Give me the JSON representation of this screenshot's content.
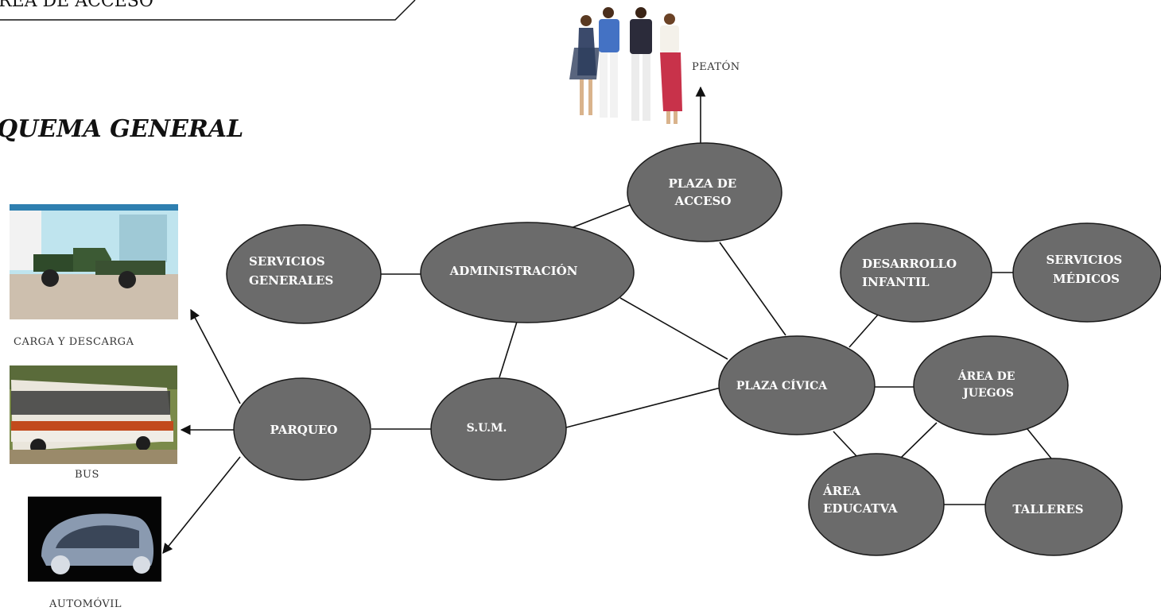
{
  "header": {
    "text": "REA DE ACCESO"
  },
  "title": "QUEMA GENERAL",
  "colors": {
    "node_fill": "#6b6b6b",
    "node_stroke": "#1a1a1a",
    "line": "#111111",
    "node_text": "#ffffff"
  },
  "captions": {
    "pedestrian": "PEATÓN",
    "cargo": "CARGA Y DESCARGA",
    "bus": "BUS",
    "car": "AUTOMÓVIL"
  },
  "nodes": {
    "plaza_acceso": [
      "PLAZA DE",
      "ACCESO"
    ],
    "servicios_generales": [
      "SERVICIOS",
      "GENERALES"
    ],
    "administracion": [
      "ADMINISTRACIÓN"
    ],
    "desarrollo_infantil": [
      "DESARROLLO",
      "INFANTIL"
    ],
    "servicios_medicos": [
      "SERVICIOS",
      "MÉDICOS"
    ],
    "plaza_civica": [
      "PLAZA CÍVICA"
    ],
    "area_juegos": [
      "ÁREA DE",
      "JUEGOS"
    ],
    "parqueo": [
      "PARQUEO"
    ],
    "sum": [
      "S.U.M."
    ],
    "area_educativa": [
      "ÁREA",
      "EDUCATVA"
    ],
    "talleres": [
      "TALLERES"
    ]
  },
  "icons": [
    "pedestrians-photo",
    "pickup-truck-photo",
    "bus-photo",
    "car-photo"
  ]
}
